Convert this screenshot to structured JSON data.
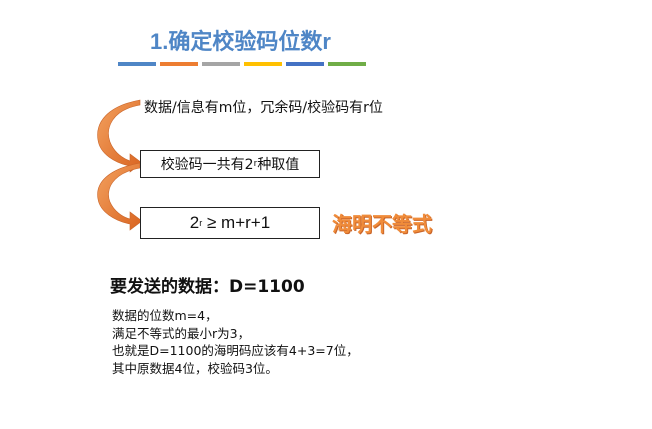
{
  "title": "1.确定校验码位数r",
  "color_bar": [
    "#4f86c6",
    "#ed7d31",
    "#a5a5a5",
    "#ffc000",
    "#4472c4",
    "#70ad47"
  ],
  "info_line": "数据/信息有m位，冗余码/校验码有r位",
  "box1": {
    "prefix": "校验码一共有2",
    "sup": "r",
    "suffix": "种取值"
  },
  "box2": {
    "prefix": "2",
    "sup": "r",
    "suffix": " ≥ m+r+1"
  },
  "side_label": "海明不等式",
  "send_line": "要发送的数据：D=1100",
  "details": [
    "数据的位数m=4，",
    "满足不等式的最小r为3，",
    "也就是D=1100的海明码应该有4+3=7位，",
    "其中原数据4位，校验码3位。"
  ]
}
